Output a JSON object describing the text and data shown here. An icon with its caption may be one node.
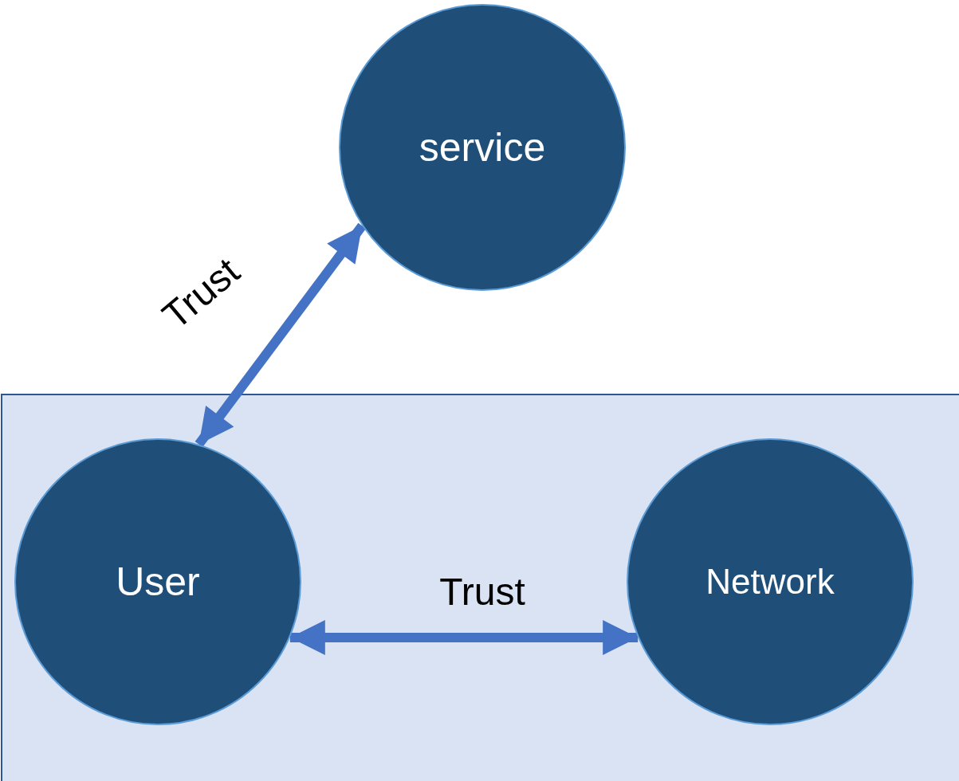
{
  "diagram": {
    "nodes": [
      {
        "text": [
          "service"
        ]
      },
      {
        "text": [],
        "shape": "box"
      },
      {
        "text": [
          "User"
        ],
        "in": 1
      },
      {
        "text": [
          "Network"
        ],
        "in": 1
      }
    ],
    "edges": [
      {
        "from": 0,
        "to": 2,
        "arrow": "both",
        "label": "Trust"
      },
      {
        "from": 2,
        "to": 3,
        "arrow": "both",
        "label": "Trust"
      }
    ]
  }
}
